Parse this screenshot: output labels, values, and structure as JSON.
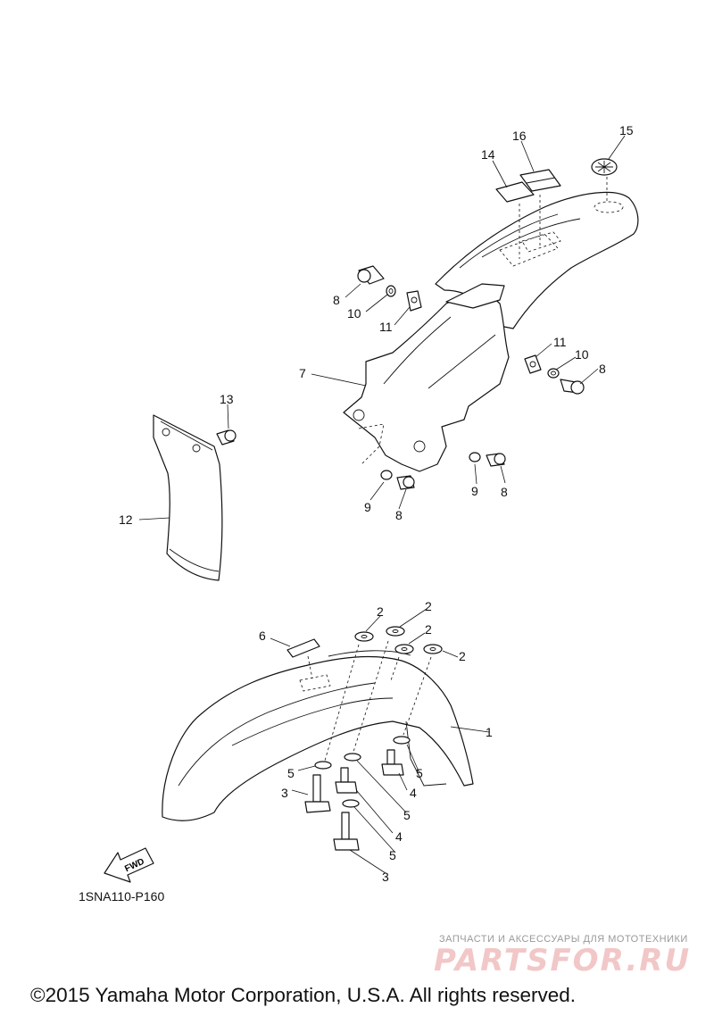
{
  "diagram": {
    "code": "1SNA110-P160",
    "arrow_label": "FWD",
    "callouts": {
      "c1": "1",
      "c2a": "2",
      "c2b": "2",
      "c2c": "2",
      "c2d": "2",
      "c3a": "3",
      "c3b": "3",
      "c4a": "4",
      "c4b": "4",
      "c5a": "5",
      "c5b": "5",
      "c5c": "5",
      "c5d": "5",
      "c6": "6",
      "c7": "7",
      "c8a": "8",
      "c8b": "8",
      "c8c": "8",
      "c8d": "8",
      "c9a": "9",
      "c9b": "9",
      "c10a": "10",
      "c10b": "10",
      "c11a": "11",
      "c11b": "11",
      "c12": "12",
      "c13": "13",
      "c14": "14",
      "c15": "15",
      "c16": "16"
    }
  },
  "watermark": {
    "tagline": "ЗАПЧАСТИ И АКСЕССУАРЫ ДЛЯ МОТОТЕХНИКИ",
    "logo": "PARTSFOR.RU"
  },
  "footer": {
    "copyright": "©2015 Yamaha Motor Corporation, U.S.A. All rights reserved."
  }
}
